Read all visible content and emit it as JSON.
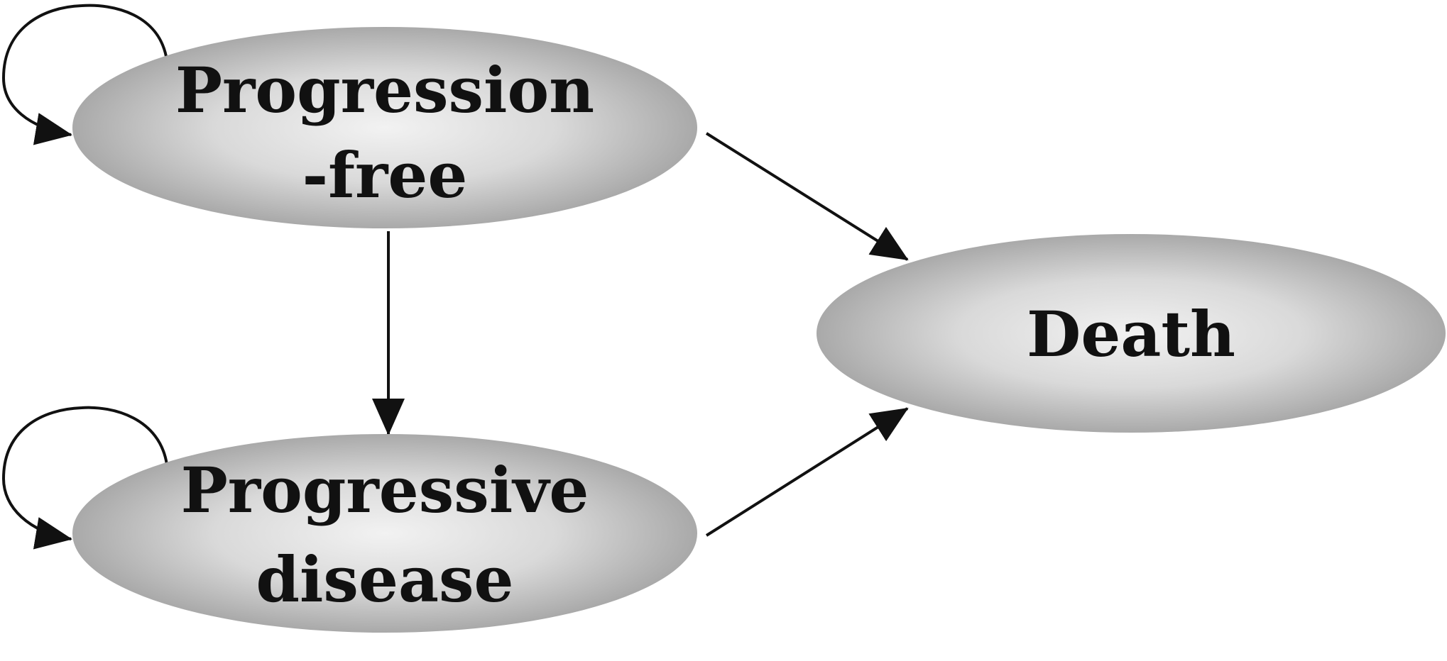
{
  "diagram": {
    "nodes": {
      "progression_free": {
        "line1": "Progression",
        "line2": "-free"
      },
      "progressive_disease": {
        "line1": "Progressive",
        "line2": "disease"
      },
      "death": {
        "label": "Death"
      }
    },
    "edges": [
      {
        "from": "Progression-free",
        "to": "Progression-free"
      },
      {
        "from": "Progression-free",
        "to": "Progressive disease"
      },
      {
        "from": "Progression-free",
        "to": "Death"
      },
      {
        "from": "Progressive disease",
        "to": "Progressive disease"
      },
      {
        "from": "Progressive disease",
        "to": "Death"
      }
    ],
    "colors": {
      "node_fill_center": "#f2f2f2",
      "node_fill_edge": "#a9a9a9",
      "stroke": "#111111",
      "text": "#111111"
    }
  }
}
